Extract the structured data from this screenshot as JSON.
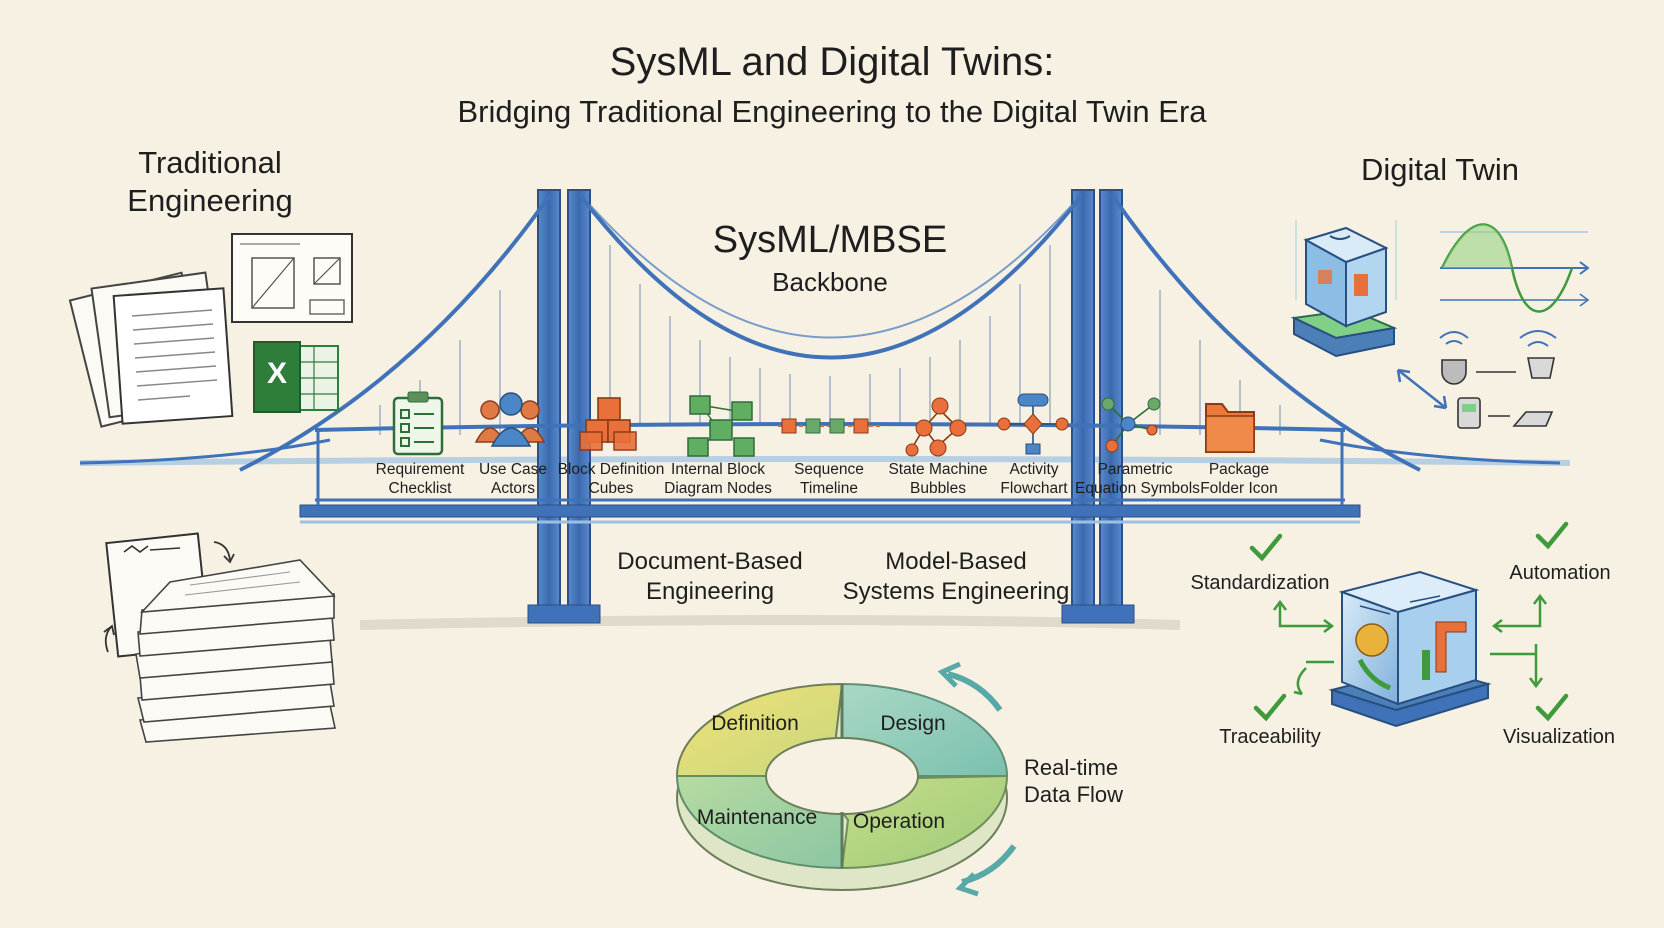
{
  "header": {
    "title": "SysML and Digital Twins:",
    "subtitle": "Bridging Traditional Engineering to the Digital Twin Era"
  },
  "left": {
    "heading": [
      "Traditional",
      "Engineering"
    ],
    "spreadsheet_letter": "X"
  },
  "right": {
    "heading": "Digital Twin"
  },
  "bridge": {
    "heading": "SysML/MBSE",
    "subheading": "Backbone",
    "icons": [
      {
        "line1": "Requirement",
        "line2": "Checklist",
        "icon": "checklist-icon"
      },
      {
        "line1": "Use Case",
        "line2": "Actors",
        "icon": "actors-icon"
      },
      {
        "line1": "Block Definition",
        "line2": "Cubes",
        "icon": "cubes-icon"
      },
      {
        "line1": "Internal Block",
        "line2": "Diagram Nodes",
        "icon": "nodes-icon"
      },
      {
        "line1": "Sequence",
        "line2": "Timeline",
        "icon": "timeline-icon"
      },
      {
        "line1": "State Machine",
        "line2": "Bubbles",
        "icon": "bubbles-icon"
      },
      {
        "line1": "Activity",
        "line2": "Flowchart",
        "icon": "flowchart-icon"
      },
      {
        "line1": "Parametric",
        "line2": "Equation Symbols",
        "icon": "equation-icon"
      },
      {
        "line1": "Package",
        "line2": "Folder Icon",
        "icon": "folder-icon"
      }
    ]
  },
  "middle": {
    "document_based": [
      "Document-Based",
      "Engineering"
    ],
    "model_based": [
      "Model-Based",
      "Systems Engineering"
    ]
  },
  "lifecycle": {
    "phases": [
      "Definition",
      "Design",
      "Operation",
      "Maintenance"
    ],
    "flow_label": [
      "Real-time",
      "Data Flow"
    ]
  },
  "benefits": [
    "Standardization",
    "Automation",
    "Traceability",
    "Visualization"
  ],
  "colors": {
    "bridge_blue": "#3f72b8",
    "accent_green": "#3f9a3c",
    "accent_orange": "#e0703a",
    "paper": "#f6f1e2",
    "ink": "#1e1e1e"
  }
}
